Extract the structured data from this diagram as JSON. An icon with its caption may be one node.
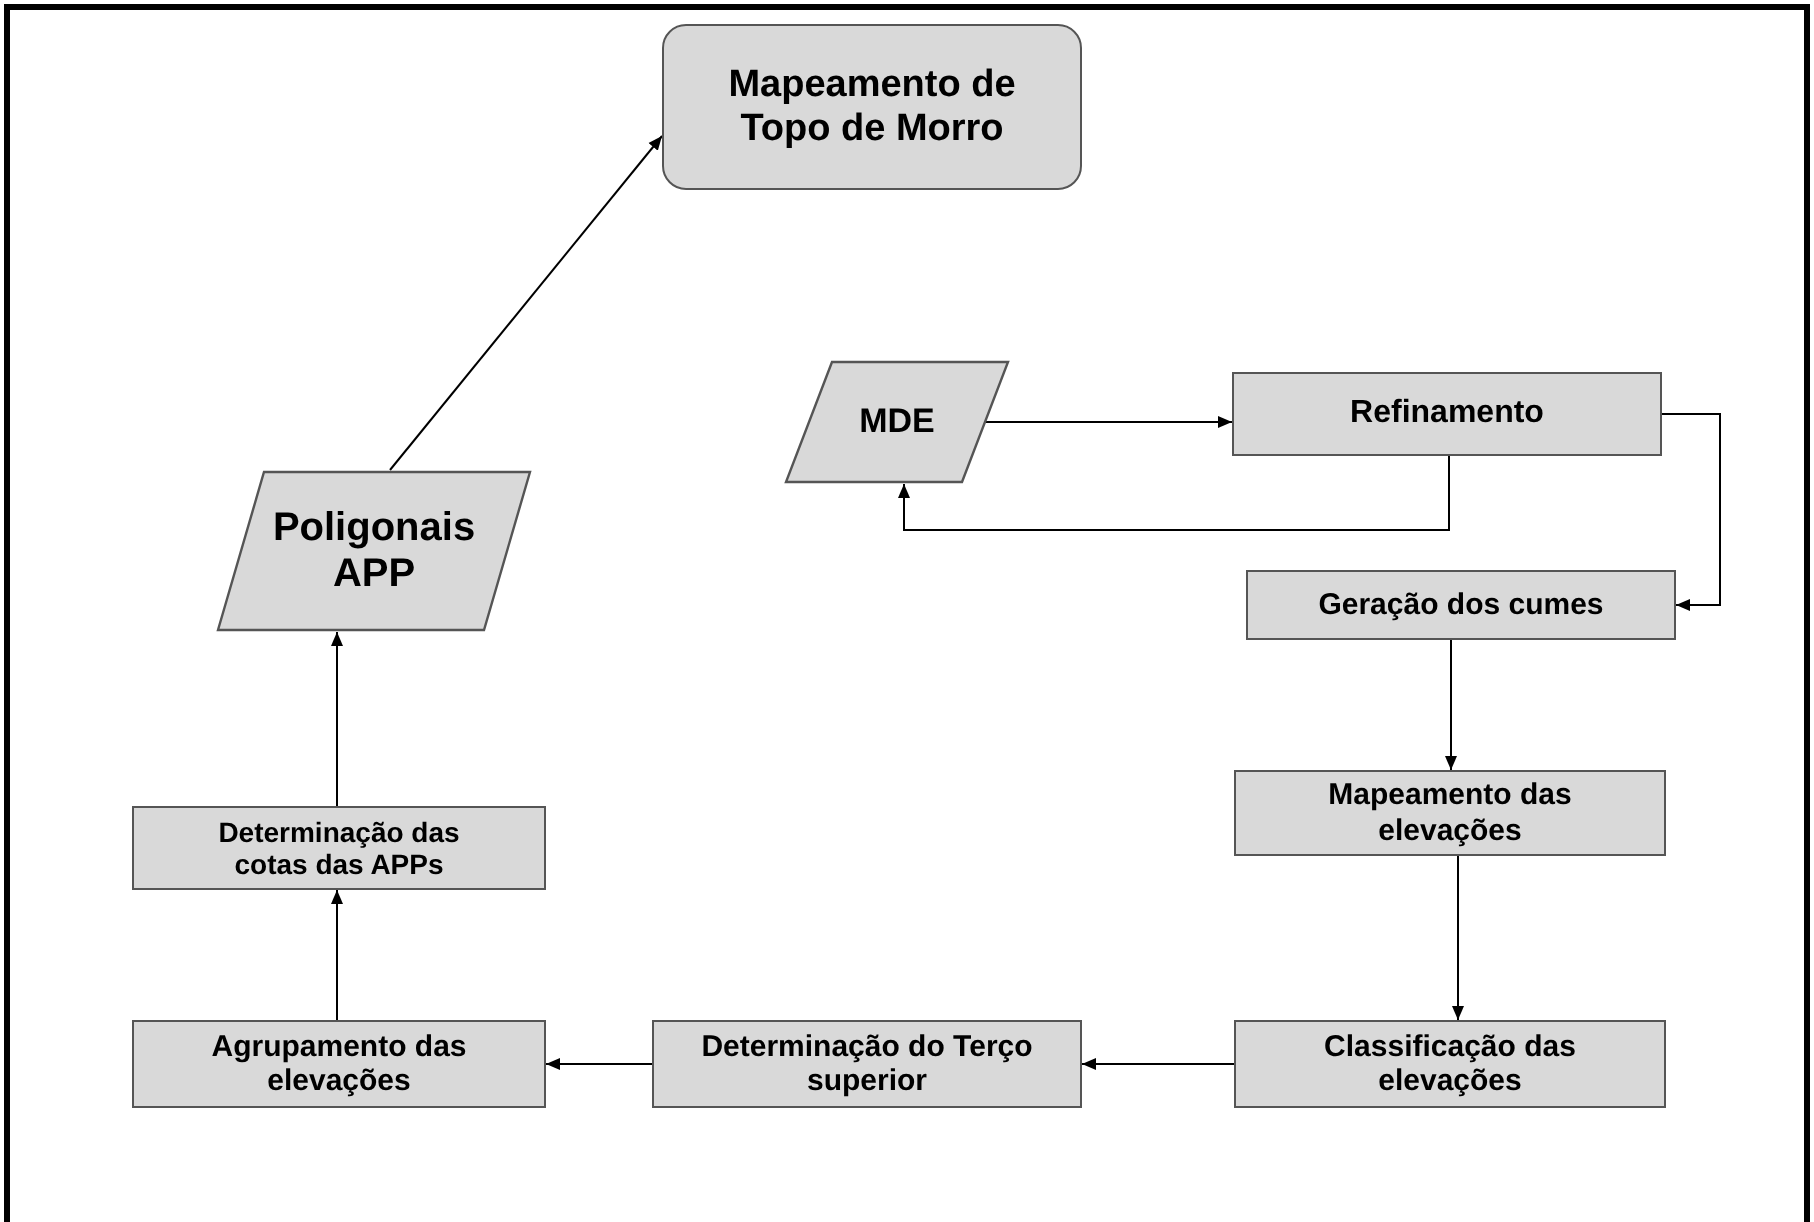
{
  "diagram": {
    "nodes": [
      {
        "text": [
          "Mapeamento de Topo de Morro"
        ]
      },
      {
        "text": [
          "MDE"
        ]
      },
      {
        "text": [
          "Refinamento"
        ]
      },
      {
        "text": [
          "Poligonais APP"
        ]
      },
      {
        "text": [
          "Geração dos cumes"
        ]
      },
      {
        "text": [
          "Determinação das cotas das APPs"
        ]
      },
      {
        "text": [
          "Mapeamento das elevações"
        ]
      },
      {
        "text": [
          "Agrupamento das elevações"
        ]
      },
      {
        "text": [
          "Determinação do Terço superior"
        ]
      },
      {
        "text": [
          "Classificação das elevações"
        ]
      }
    ],
    "edges": [
      {
        "from": 1,
        "to": 2,
        "arrow": "to"
      },
      {
        "from": 2,
        "to": 1,
        "arrow": "to"
      },
      {
        "from": 2,
        "to": 4,
        "arrow": "to"
      },
      {
        "from": 4,
        "to": 6,
        "arrow": "to"
      },
      {
        "from": 6,
        "to": 9,
        "arrow": "to"
      },
      {
        "from": 9,
        "to": 8,
        "arrow": "to"
      },
      {
        "from": 8,
        "to": 7,
        "arrow": "to"
      },
      {
        "from": 7,
        "to": 5,
        "arrow": "to"
      },
      {
        "from": 5,
        "to": 3,
        "arrow": "to"
      },
      {
        "from": 3,
        "to": 0,
        "arrow": "to"
      }
    ]
  }
}
